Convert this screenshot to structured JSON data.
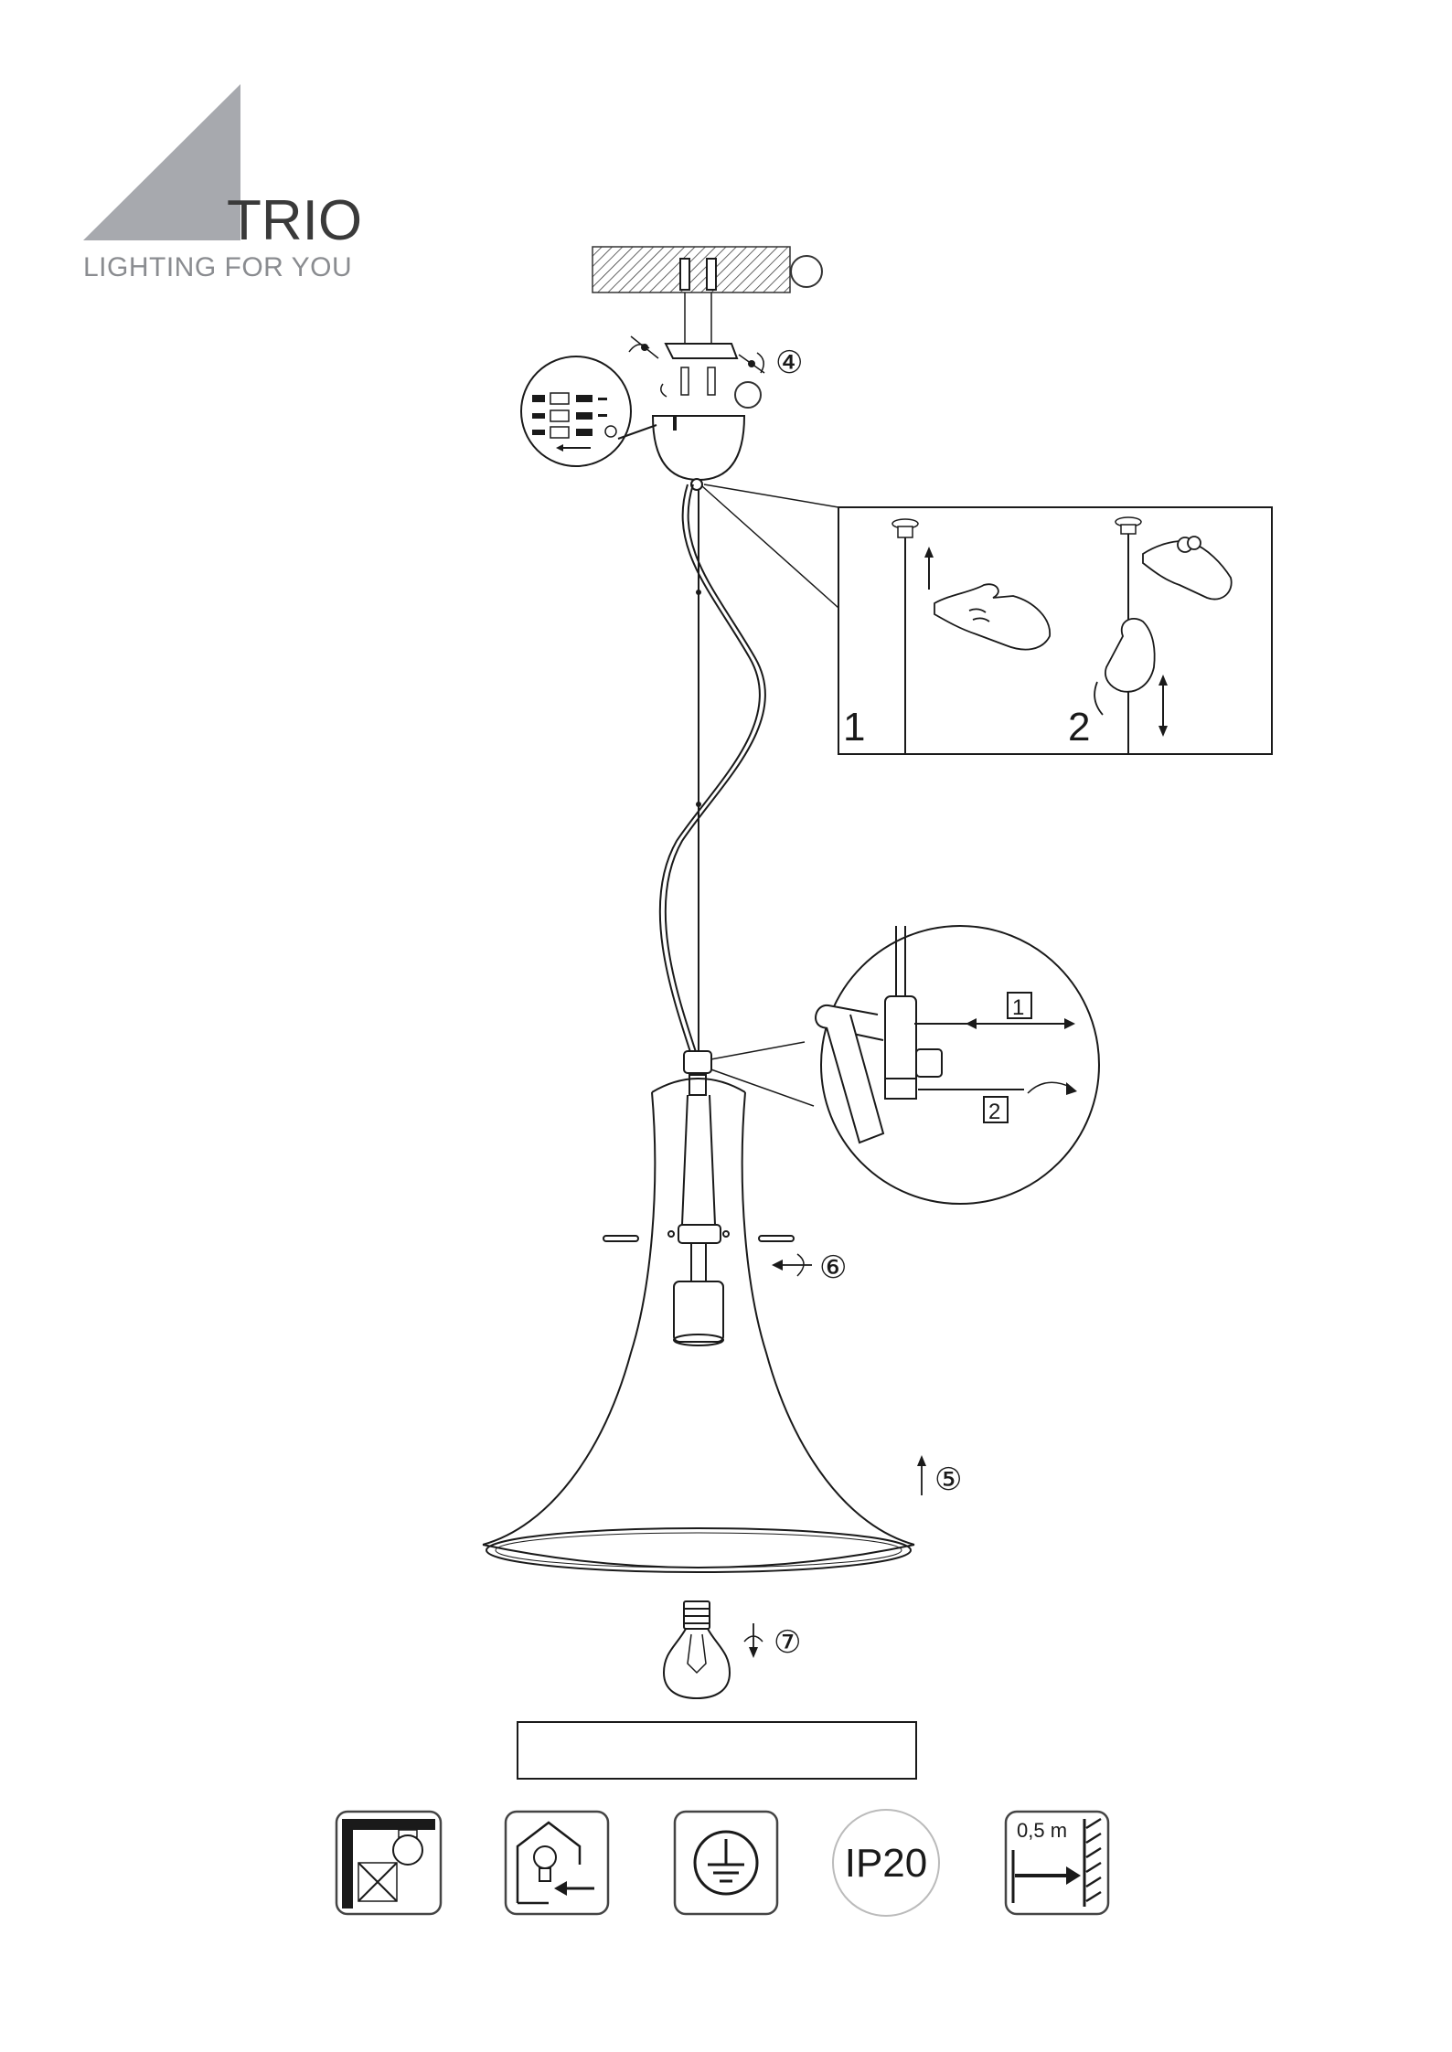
{
  "brand": {
    "name": "TRIO",
    "tagline": "LIGHTING FOR YOU",
    "logo_color": "#a7a9ae"
  },
  "steps": {
    "step_4": "④",
    "step_5": "⑤",
    "step_6": "⑥",
    "step_7": "⑦"
  },
  "cable_detail": {
    "label_1": "1",
    "label_2": "2"
  },
  "clamp_detail": {
    "label_1": "1",
    "label_2": "2"
  },
  "safety_icons": {
    "ip_rating": "IP20",
    "distance": "0,5 m",
    "items": [
      {
        "icon": "no-insulation-cover-icon"
      },
      {
        "icon": "indoor-use-only-icon"
      },
      {
        "icon": "protective-earth-icon"
      },
      {
        "icon": "ip20-rating-icon"
      },
      {
        "icon": "minimum-distance-icon"
      }
    ]
  },
  "colors": {
    "line": "#1a1a1a",
    "logo_grey": "#a7a9ae",
    "icon_border": "#444444"
  }
}
